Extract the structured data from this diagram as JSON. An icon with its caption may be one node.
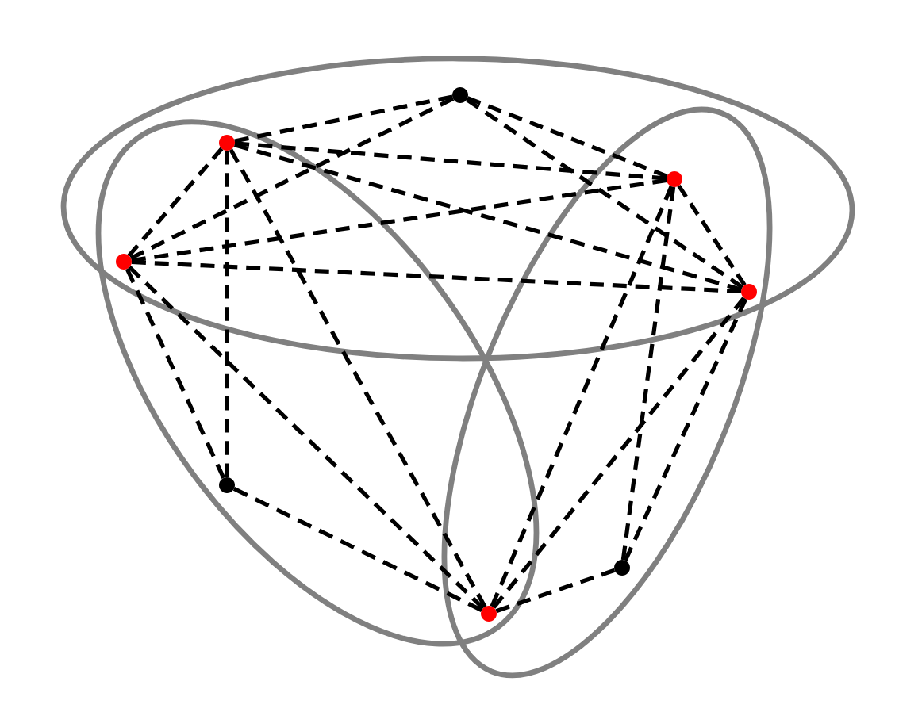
{
  "diagram": {
    "nodes": [
      {
        "text": [],
        "shape": "ellipse"
      },
      {
        "text": [],
        "shape": "ellipse"
      },
      {
        "text": [],
        "shape": "ellipse"
      },
      {
        "text": [],
        "shape": "circle",
        "in": 0
      },
      {
        "text": [],
        "shape": "circle"
      },
      {
        "text": [],
        "shape": "circle"
      },
      {
        "text": [],
        "shape": "circle"
      },
      {
        "text": [],
        "shape": "circle"
      },
      {
        "text": [],
        "shape": "circle",
        "in": 1
      },
      {
        "text": [],
        "shape": "circle",
        "in": 2
      },
      {
        "text": [],
        "shape": "circle"
      }
    ],
    "edges": [
      {
        "from": 3,
        "to": 4,
        "arrow": "none",
        "style": "dashed"
      },
      {
        "from": 3,
        "to": 5,
        "arrow": "none",
        "style": "dashed"
      },
      {
        "from": 3,
        "to": 6,
        "arrow": "none",
        "style": "dashed"
      },
      {
        "from": 3,
        "to": 7,
        "arrow": "none",
        "style": "dashed"
      },
      {
        "from": 4,
        "to": 5,
        "arrow": "none",
        "style": "dashed"
      },
      {
        "from": 4,
        "to": 6,
        "arrow": "none",
        "style": "dashed"
      },
      {
        "from": 4,
        "to": 7,
        "arrow": "none",
        "style": "dashed"
      },
      {
        "from": 4,
        "to": 8,
        "arrow": "none",
        "style": "dashed"
      },
      {
        "from": 4,
        "to": 10,
        "arrow": "none",
        "style": "dashed"
      },
      {
        "from": 5,
        "to": 6,
        "arrow": "none",
        "style": "dashed"
      },
      {
        "from": 5,
        "to": 7,
        "arrow": "none",
        "style": "dashed"
      },
      {
        "from": 5,
        "to": 9,
        "arrow": "none",
        "style": "dashed"
      },
      {
        "from": 5,
        "to": 10,
        "arrow": "none",
        "style": "dashed"
      },
      {
        "from": 6,
        "to": 7,
        "arrow": "none",
        "style": "dashed"
      },
      {
        "from": 6,
        "to": 8,
        "arrow": "none",
        "style": "dashed"
      },
      {
        "from": 6,
        "to": 10,
        "arrow": "none",
        "style": "dashed"
      },
      {
        "from": 7,
        "to": 9,
        "arrow": "none",
        "style": "dashed"
      },
      {
        "from": 7,
        "to": 10,
        "arrow": "none",
        "style": "dashed"
      },
      {
        "from": 8,
        "to": 10,
        "arrow": "none",
        "style": "dashed"
      },
      {
        "from": 9,
        "to": 10,
        "arrow": "none",
        "style": "dashed"
      }
    ]
  }
}
